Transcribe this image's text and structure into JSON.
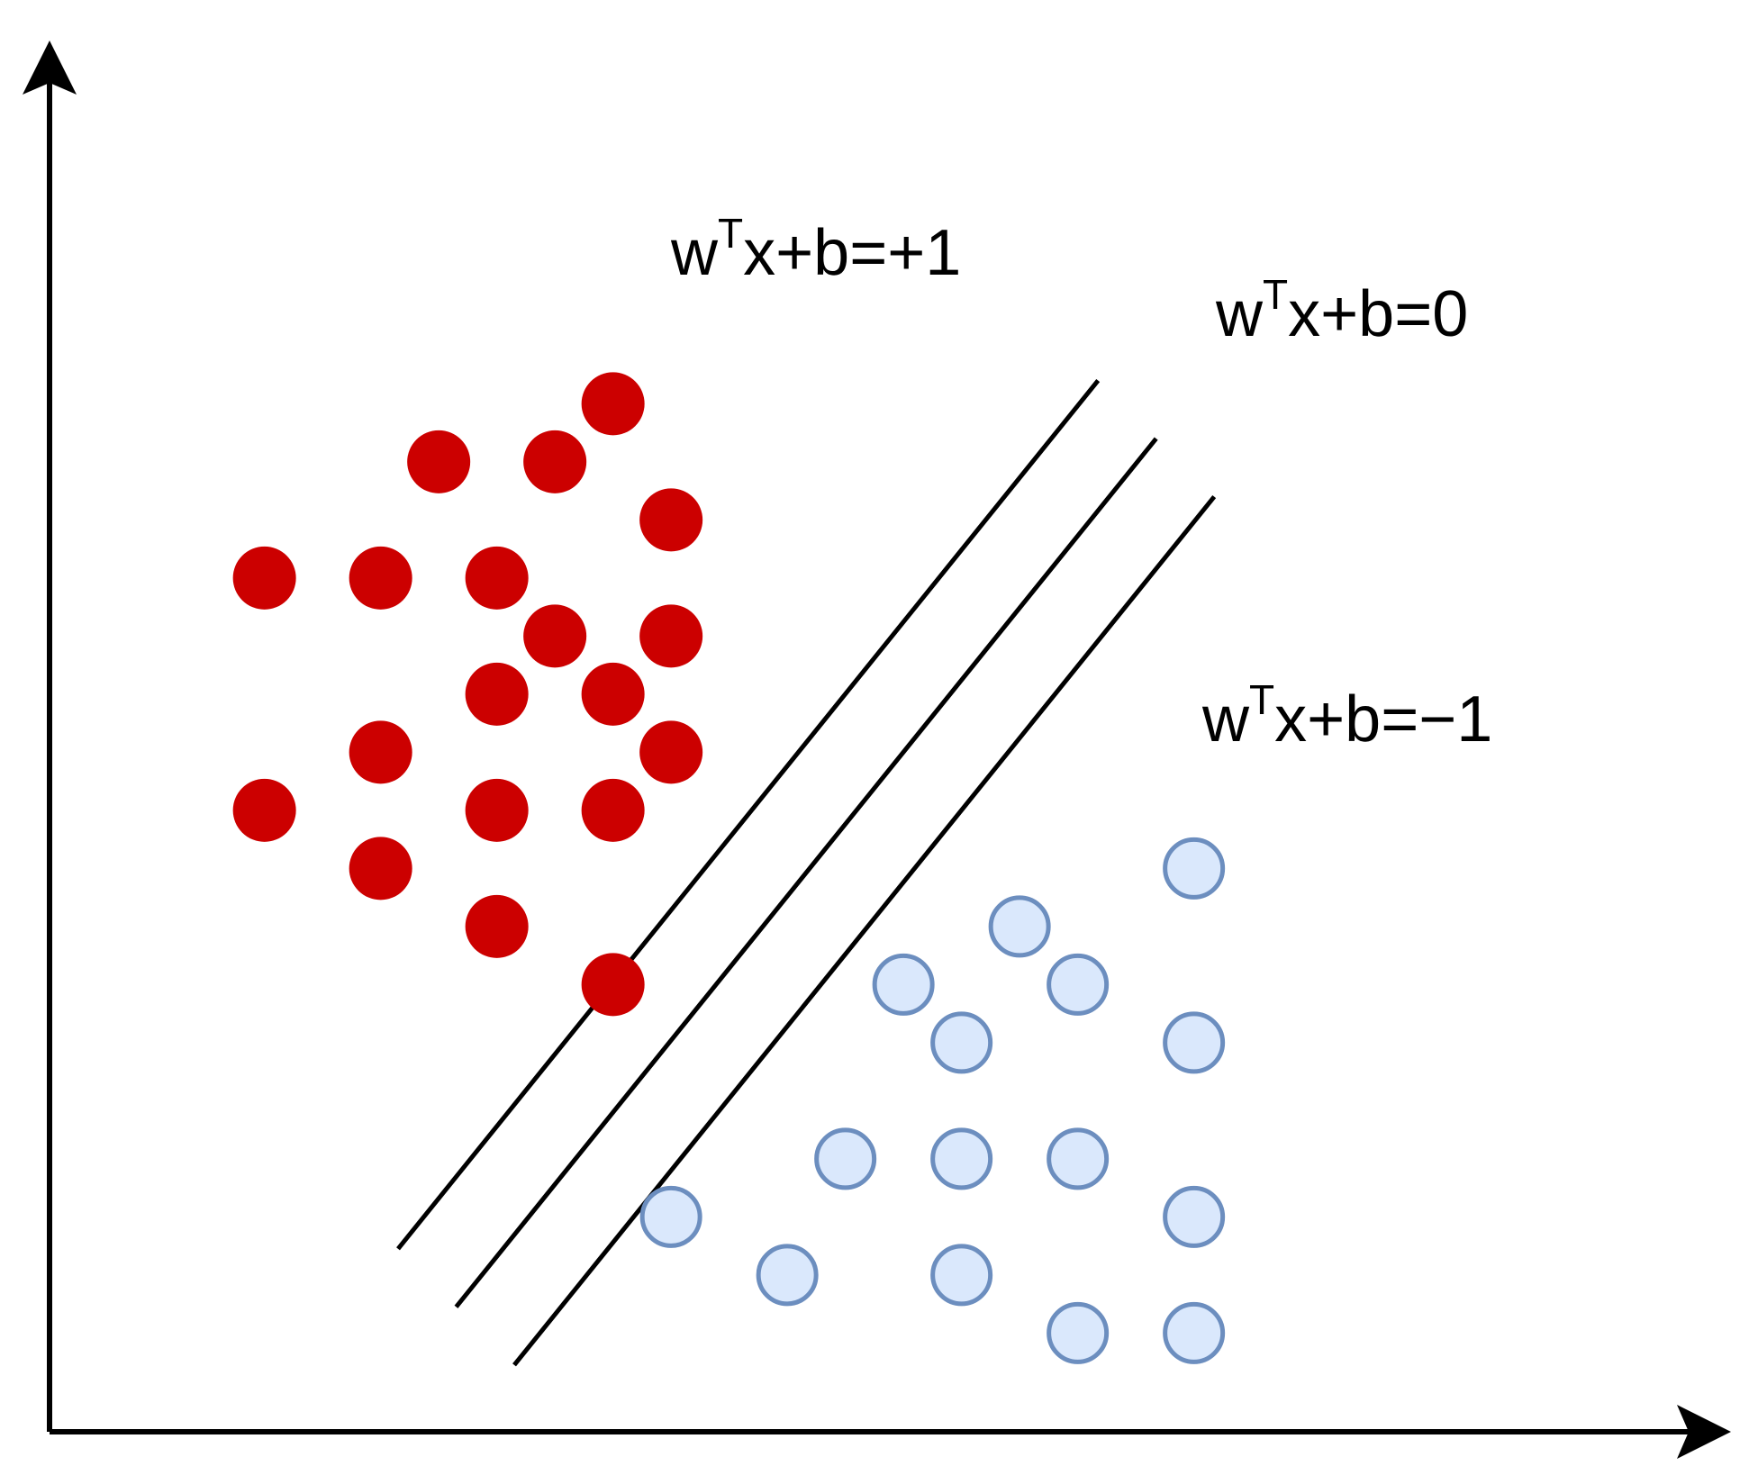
{
  "colors": {
    "positive_fill": "#cc0000",
    "negative_fill": "#dae8fc",
    "negative_stroke": "#6c8ebf",
    "lines": "#000000",
    "axes": "#000000"
  },
  "labels": {
    "plus_margin": {
      "base": "w",
      "sup": "T",
      "rest": "x+b=+1"
    },
    "hyperplane": {
      "base": "w",
      "sup": "T",
      "rest": "x+b=0"
    },
    "minus_margin": {
      "base": "w",
      "sup": "T",
      "rest": "x+b=−1"
    }
  },
  "chart_data": {
    "type": "scatter",
    "series": [
      {
        "class": "positive",
        "points": [
          [
            9.7,
            17.7
          ],
          [
            6.7,
            16.7
          ],
          [
            8.7,
            16.7
          ],
          [
            10.7,
            15.7
          ],
          [
            3.7,
            14.7
          ],
          [
            5.7,
            14.7
          ],
          [
            7.7,
            14.7
          ],
          [
            8.7,
            13.7
          ],
          [
            10.7,
            13.7
          ],
          [
            7.7,
            12.7
          ],
          [
            9.7,
            12.7
          ],
          [
            5.7,
            11.7
          ],
          [
            10.7,
            11.7
          ],
          [
            3.7,
            10.7
          ],
          [
            7.7,
            10.7
          ],
          [
            9.7,
            10.7
          ],
          [
            5.7,
            9.7
          ],
          [
            7.7,
            8.7
          ],
          [
            9.7,
            7.7
          ]
        ]
      },
      {
        "class": "negative",
        "points": [
          [
            19.7,
            9.7
          ],
          [
            16.7,
            8.7
          ],
          [
            14.7,
            7.7
          ],
          [
            17.7,
            7.7
          ],
          [
            15.7,
            6.7
          ],
          [
            19.7,
            6.7
          ],
          [
            13.7,
            4.7
          ],
          [
            15.7,
            4.7
          ],
          [
            17.7,
            4.7
          ],
          [
            10.7,
            3.7
          ],
          [
            19.7,
            3.7
          ],
          [
            12.7,
            2.7
          ],
          [
            15.7,
            2.7
          ],
          [
            17.7,
            1.7
          ],
          [
            19.7,
            1.7
          ]
        ]
      }
    ],
    "lines": [
      {
        "label": "plus_margin",
        "from": [
          6,
          3.15
        ],
        "to": [
          18.05,
          18.1
        ]
      },
      {
        "label": "hyperplane",
        "from": [
          7,
          2.15
        ],
        "to": [
          19.05,
          17.1
        ]
      },
      {
        "label": "minus_margin",
        "from": [
          8,
          1.15
        ],
        "to": [
          20.05,
          16.1
        ]
      }
    ],
    "xlim": [
      0,
      29
    ],
    "ylim": [
      0,
      24
    ],
    "grid": false
  }
}
